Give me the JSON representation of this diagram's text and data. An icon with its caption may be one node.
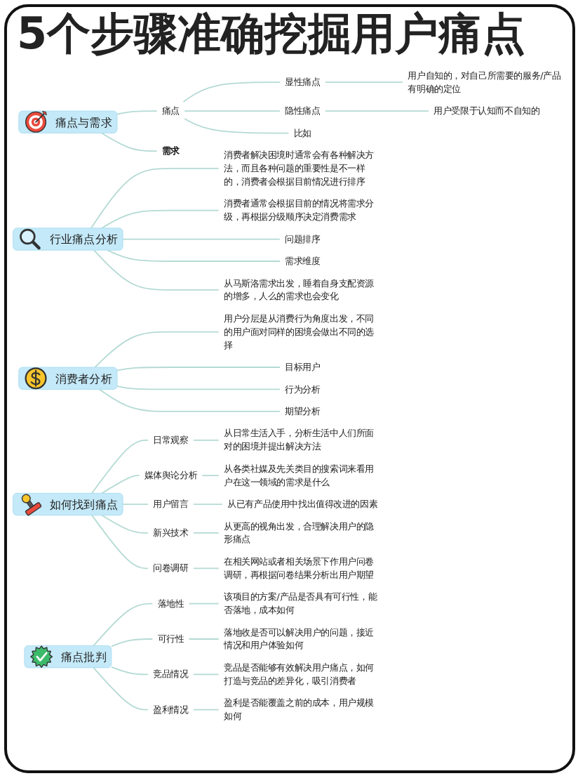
{
  "diagram": {
    "title": "5个步骤准确挖掘用户痛点",
    "nodes": [
      {
        "text": [
          "痛点与需求"
        ]
      },
      {
        "text": [
          "痛点"
        ]
      },
      {
        "text": [
          "显性痛点"
        ]
      },
      {
        "text": [
          "用户自知的，对自己所需要的服务/产品有明确的定位"
        ]
      },
      {
        "text": [
          "隐性痛点"
        ]
      },
      {
        "text": [
          "用户受限于认知而不自知的"
        ]
      },
      {
        "text": [
          "比如"
        ]
      },
      {
        "text": [
          "需求"
        ]
      },
      {
        "text": [
          "行业痛点分析"
        ]
      },
      {
        "text": [
          "消费者解决困境时通常会有各种解决方法，而且各种问题的重要性是不一样的，消费者会根据目前情况进行排序"
        ]
      },
      {
        "text": [
          "消费者通常会根据目前的情况将需求分级，再根据分级顺序决定消费需求"
        ]
      },
      {
        "text": [
          "问题排序"
        ]
      },
      {
        "text": [
          "需求维度"
        ]
      },
      {
        "text": [
          "从马斯洛需求出发，睡着自身支配资源的增多，人么的需求也会变化"
        ]
      },
      {
        "text": [
          "消费者分析"
        ]
      },
      {
        "text": [
          "用户分层是从消费行为角度出发，不同的用户面对同样的困境会做出不同的选择"
        ]
      },
      {
        "text": [
          "目标用户"
        ]
      },
      {
        "text": [
          "行为分析"
        ]
      },
      {
        "text": [
          "期望分析"
        ]
      },
      {
        "text": [
          "如何找到痛点"
        ]
      },
      {
        "text": [
          "日常观察"
        ]
      },
      {
        "text": [
          "从日常生活入手，分析生活中人们所面对的困境并提出解决方法"
        ]
      },
      {
        "text": [
          "媒体舆论分析"
        ]
      },
      {
        "text": [
          "从各类社媒及先关类目的搜索词来看用户在这一领域的需求是什么"
        ]
      },
      {
        "text": [
          "用户留言"
        ]
      },
      {
        "text": [
          "从已有产品使用中找出值得改进的因素"
        ]
      },
      {
        "text": [
          "新兴技术"
        ]
      },
      {
        "text": [
          "从更高的视角出发，合理解决用户的隐形痛点"
        ]
      },
      {
        "text": [
          "问卷调研"
        ]
      },
      {
        "text": [
          "在相关网站或者相关场景下作用户问卷调研，再根据问卷结果分析出用户期望"
        ]
      },
      {
        "text": [
          "痛点批判"
        ]
      },
      {
        "text": [
          "落地性"
        ]
      },
      {
        "text": [
          "该项目的方案/产品是否具有可行性，能否落地，成本如何"
        ]
      },
      {
        "text": [
          "可行性"
        ]
      },
      {
        "text": [
          "落地收是否可以解决用户的问题，接近情况和用户体验如何"
        ]
      },
      {
        "text": [
          "竞品情况"
        ]
      },
      {
        "text": [
          "竞品是否能够有效解决用户痛点，如何打造与竞品的差异化，吸引消费者"
        ]
      },
      {
        "text": [
          "盈利情况"
        ]
      },
      {
        "text": [
          "盈利是否能覆盖之前的成本，用户规模如何"
        ]
      }
    ],
    "edges": [
      {
        "from": 0,
        "to": 1,
        "arrow": "none"
      },
      {
        "from": 1,
        "to": 2,
        "arrow": "none"
      },
      {
        "from": 2,
        "to": 3,
        "arrow": "none"
      },
      {
        "from": 1,
        "to": 4,
        "arrow": "none"
      },
      {
        "from": 4,
        "to": 5,
        "arrow": "none"
      },
      {
        "from": 1,
        "to": 6,
        "arrow": "none"
      },
      {
        "from": 0,
        "to": 7,
        "arrow": "none"
      },
      {
        "from": 8,
        "to": 9,
        "arrow": "none"
      },
      {
        "from": 8,
        "to": 10,
        "arrow": "none"
      },
      {
        "from": 8,
        "to": 11,
        "arrow": "none"
      },
      {
        "from": 8,
        "to": 12,
        "arrow": "none"
      },
      {
        "from": 8,
        "to": 13,
        "arrow": "none"
      },
      {
        "from": 14,
        "to": 15,
        "arrow": "none"
      },
      {
        "from": 14,
        "to": 16,
        "arrow": "none"
      },
      {
        "from": 14,
        "to": 17,
        "arrow": "none"
      },
      {
        "from": 14,
        "to": 18,
        "arrow": "none"
      },
      {
        "from": 19,
        "to": 20,
        "arrow": "none"
      },
      {
        "from": 20,
        "to": 21,
        "arrow": "none"
      },
      {
        "from": 19,
        "to": 22,
        "arrow": "none"
      },
      {
        "from": 22,
        "to": 23,
        "arrow": "none"
      },
      {
        "from": 19,
        "to": 24,
        "arrow": "none"
      },
      {
        "from": 24,
        "to": 25,
        "arrow": "none"
      },
      {
        "from": 19,
        "to": 26,
        "arrow": "none"
      },
      {
        "from": 26,
        "to": 27,
        "arrow": "none"
      },
      {
        "from": 19,
        "to": 28,
        "arrow": "none"
      },
      {
        "from": 28,
        "to": 29,
        "arrow": "none"
      },
      {
        "from": 30,
        "to": 31,
        "arrow": "none"
      },
      {
        "from": 31,
        "to": 32,
        "arrow": "none"
      },
      {
        "from": 30,
        "to": 33,
        "arrow": "none"
      },
      {
        "from": 33,
        "to": 34,
        "arrow": "none"
      },
      {
        "from": 30,
        "to": 35,
        "arrow": "none"
      },
      {
        "from": 35,
        "to": 36,
        "arrow": "none"
      },
      {
        "from": 30,
        "to": 37,
        "arrow": "none"
      },
      {
        "from": 37,
        "to": 38,
        "arrow": "none"
      }
    ]
  }
}
